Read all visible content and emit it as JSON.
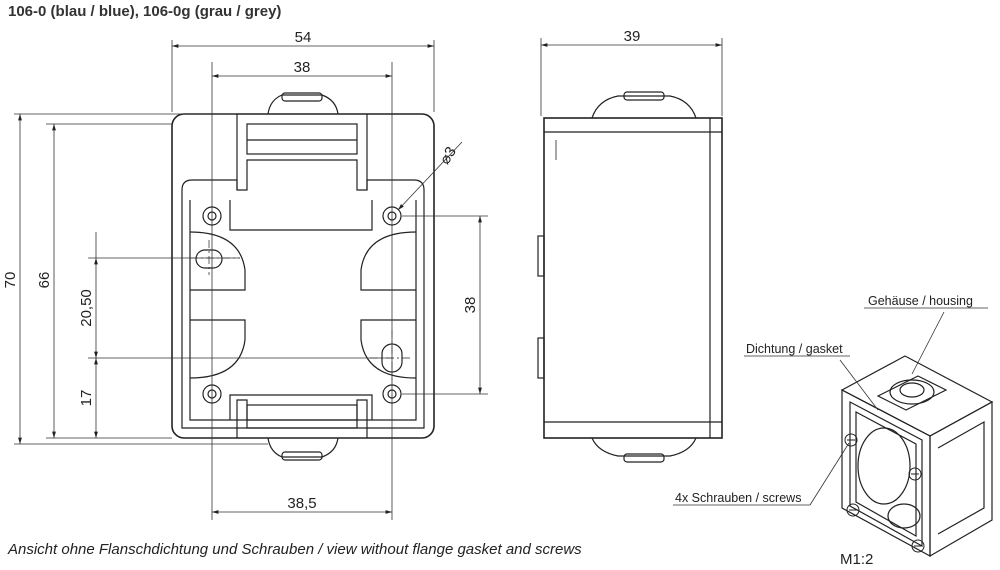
{
  "title": "106-0 (blau / blue), 106-0g (grau / grey)",
  "caption": "Ansicht ohne Flanschdichtung und Schrauben / view without flange gasket and screws",
  "dimensions": {
    "front_width": "54",
    "front_inner_width": "38",
    "bottom_width": "38,5",
    "total_height": "70",
    "body_height": "66",
    "hole_spacing_v": "20,50",
    "hole_offset_v": "17",
    "hole_spacing_right": "38",
    "hole_diameter": "⌀3",
    "side_depth": "39"
  },
  "labels": {
    "housing": "Gehäuse / housing",
    "gasket": "Dichtung / gasket",
    "screws": "4x Schrauben / screws",
    "scale": "M1:2"
  },
  "colors": {
    "line": "#222222",
    "dim": "#333333"
  }
}
